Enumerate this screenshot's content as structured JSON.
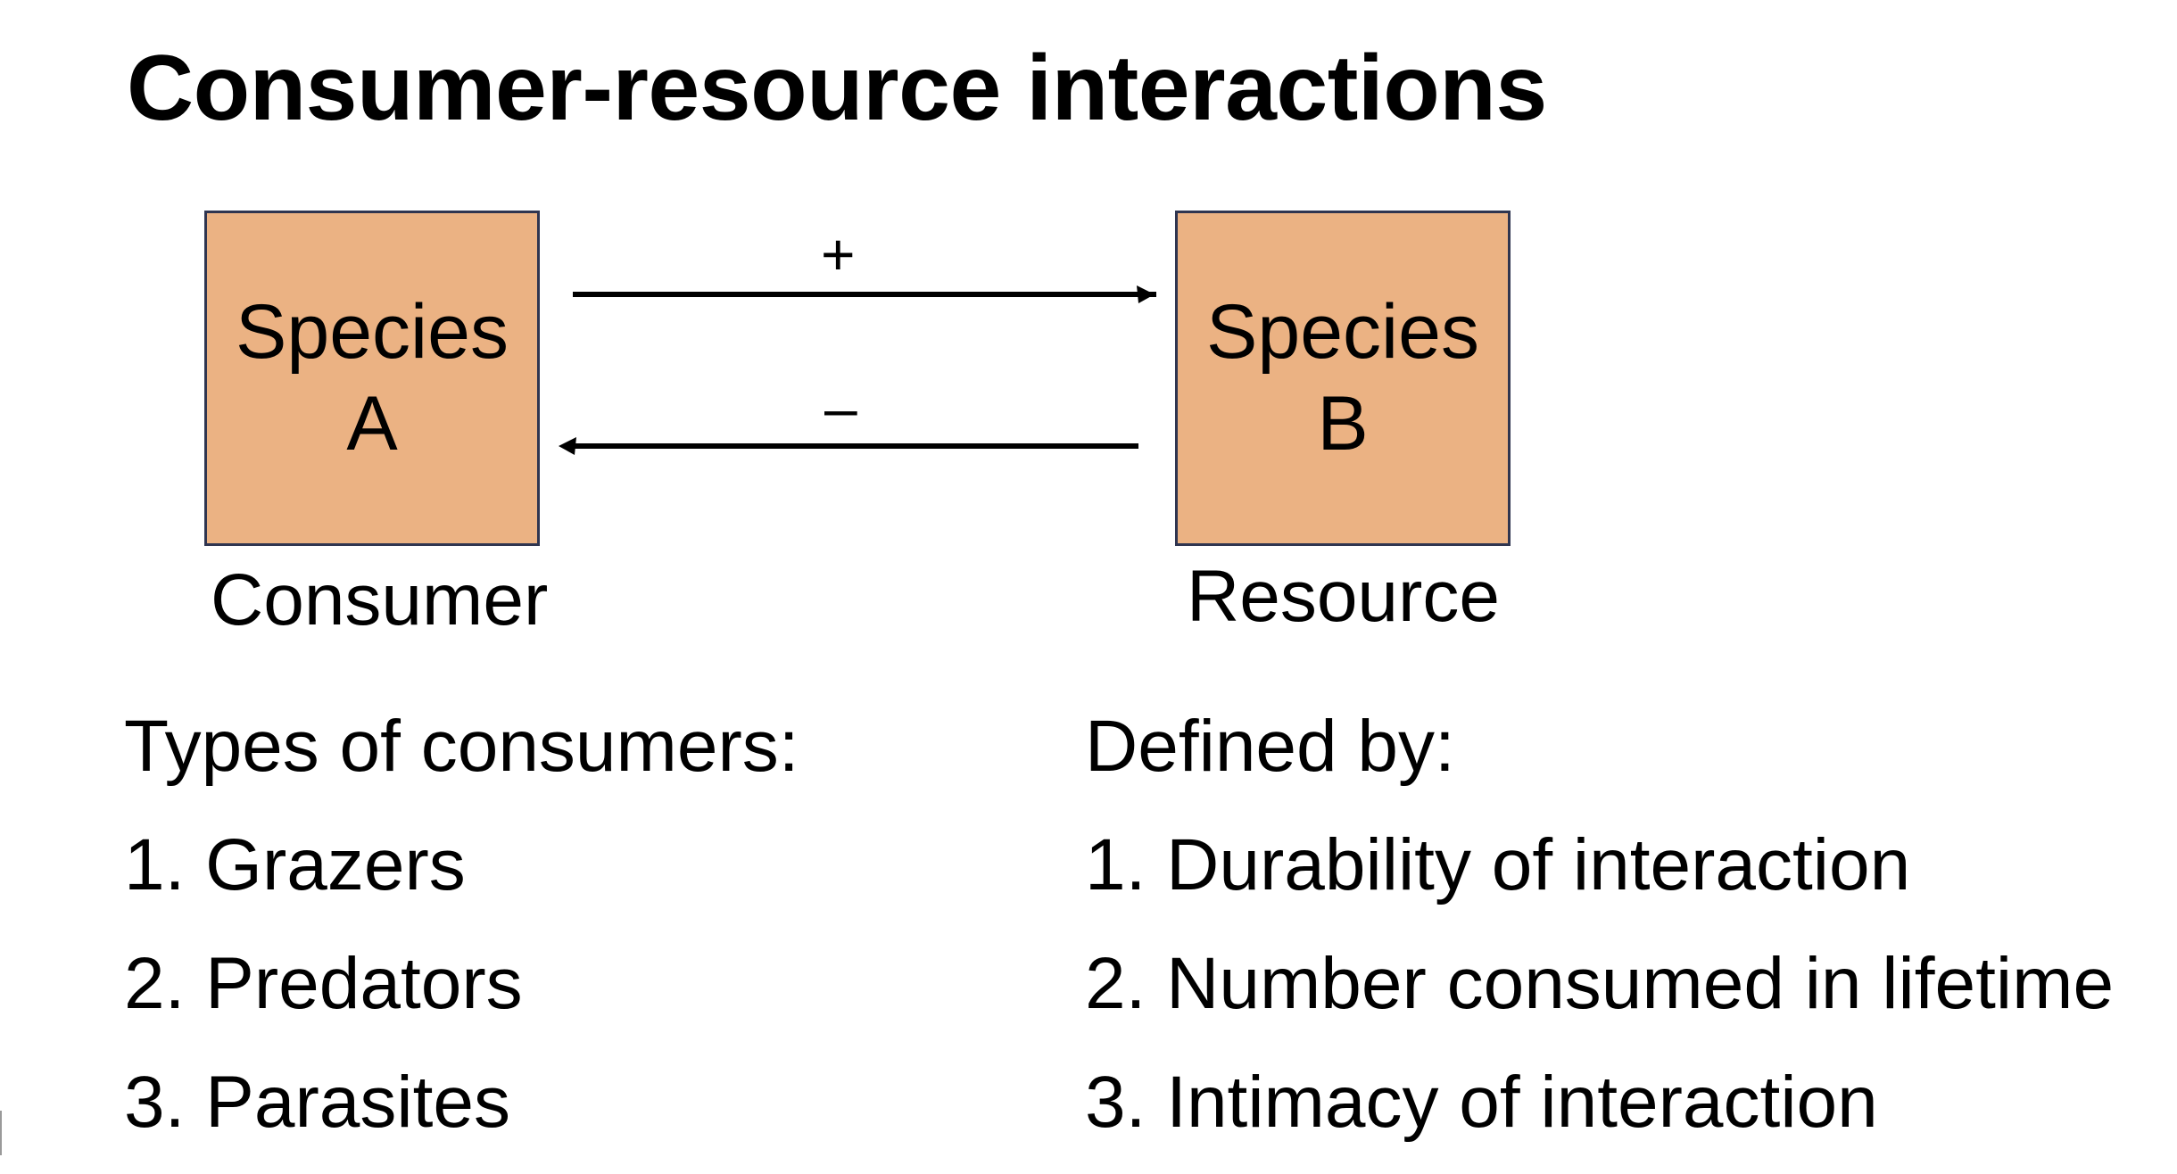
{
  "title": "Consumer-resource interactions",
  "colors": {
    "box_fill": "#ebb283",
    "box_border": "#2f3550",
    "arrow": "#000000"
  },
  "diagram": {
    "species_a": {
      "line1": "Species",
      "line2": "A",
      "role": "Consumer"
    },
    "species_b": {
      "line1": "Species",
      "line2": "B",
      "role": "Resource"
    },
    "arrow_top": {
      "sign": "+",
      "direction": "A to B"
    },
    "arrow_bottom": {
      "sign": "–",
      "direction": "B to A"
    }
  },
  "consumer_types": {
    "heading": "Types of consumers:",
    "items": [
      "1. Grazers",
      "2. Predators",
      "3. Parasites"
    ]
  },
  "defined_by": {
    "heading": "Defined by:",
    "items": [
      "1. Durability of interaction",
      "2. Number consumed in lifetime",
      "3. Intimacy of interaction"
    ]
  }
}
